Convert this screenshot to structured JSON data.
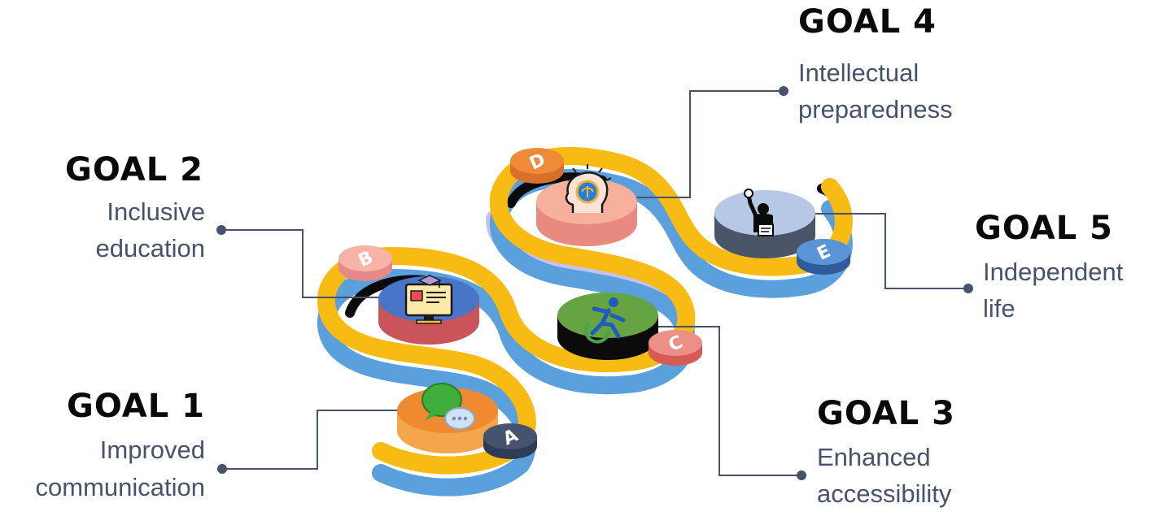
{
  "colors": {
    "track_yellow": "#f8bb14",
    "track_blue": "#5aa0dc",
    "track_lavender": "#c7c1ef",
    "shadow": "#0b0b0b",
    "connector": "#46536a",
    "description": "#46536a"
  },
  "goals": [
    {
      "title": "GOAL 1",
      "line1": "Improved",
      "line2": "communication",
      "letter": "A",
      "icon": "chat-bubbles-icon"
    },
    {
      "title": "GOAL 2",
      "line1": "Inclusive",
      "line2": "education",
      "letter": "B",
      "icon": "e-learning-monitor-icon"
    },
    {
      "title": "GOAL 3",
      "line1": "Enhanced",
      "line2": "accessibility",
      "letter": "C",
      "icon": "wheelchair-runner-icon"
    },
    {
      "title": "GOAL 4",
      "line1": "Intellectual",
      "line2": "preparedness",
      "letter": "D",
      "icon": "brain-head-icon"
    },
    {
      "title": "GOAL 5",
      "line1": "Independent",
      "line2": "life",
      "letter": "E",
      "icon": "independent-person-icon"
    }
  ]
}
